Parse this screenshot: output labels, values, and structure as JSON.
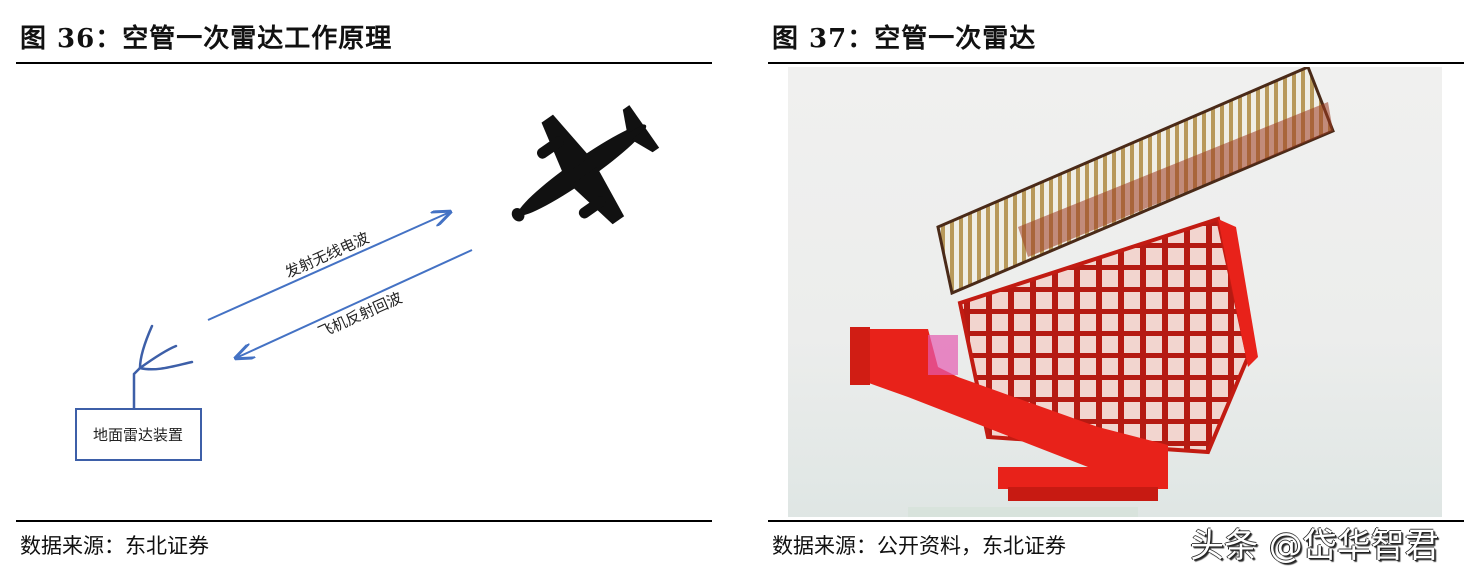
{
  "figure36": {
    "title": "图 36：空管一次雷达工作原理",
    "source": "数据来源：东北证券",
    "diagram": {
      "ground_device_label": "地面雷达装置",
      "outgoing_wave_label": "发射无线电波",
      "return_wave_label": "飞机反射回波",
      "arrow_color": "#4472c4",
      "aircraft_color": "#111111"
    }
  },
  "figure37": {
    "title": "图 37：空管一次雷达",
    "source": "数据来源：公开资料，东北证券",
    "photo": {
      "subject": "primary surveillance radar antenna",
      "main_color": "#e8221a",
      "array_color": "#b89a5a"
    }
  },
  "watermark": {
    "text": "头条 @岱华智君"
  }
}
